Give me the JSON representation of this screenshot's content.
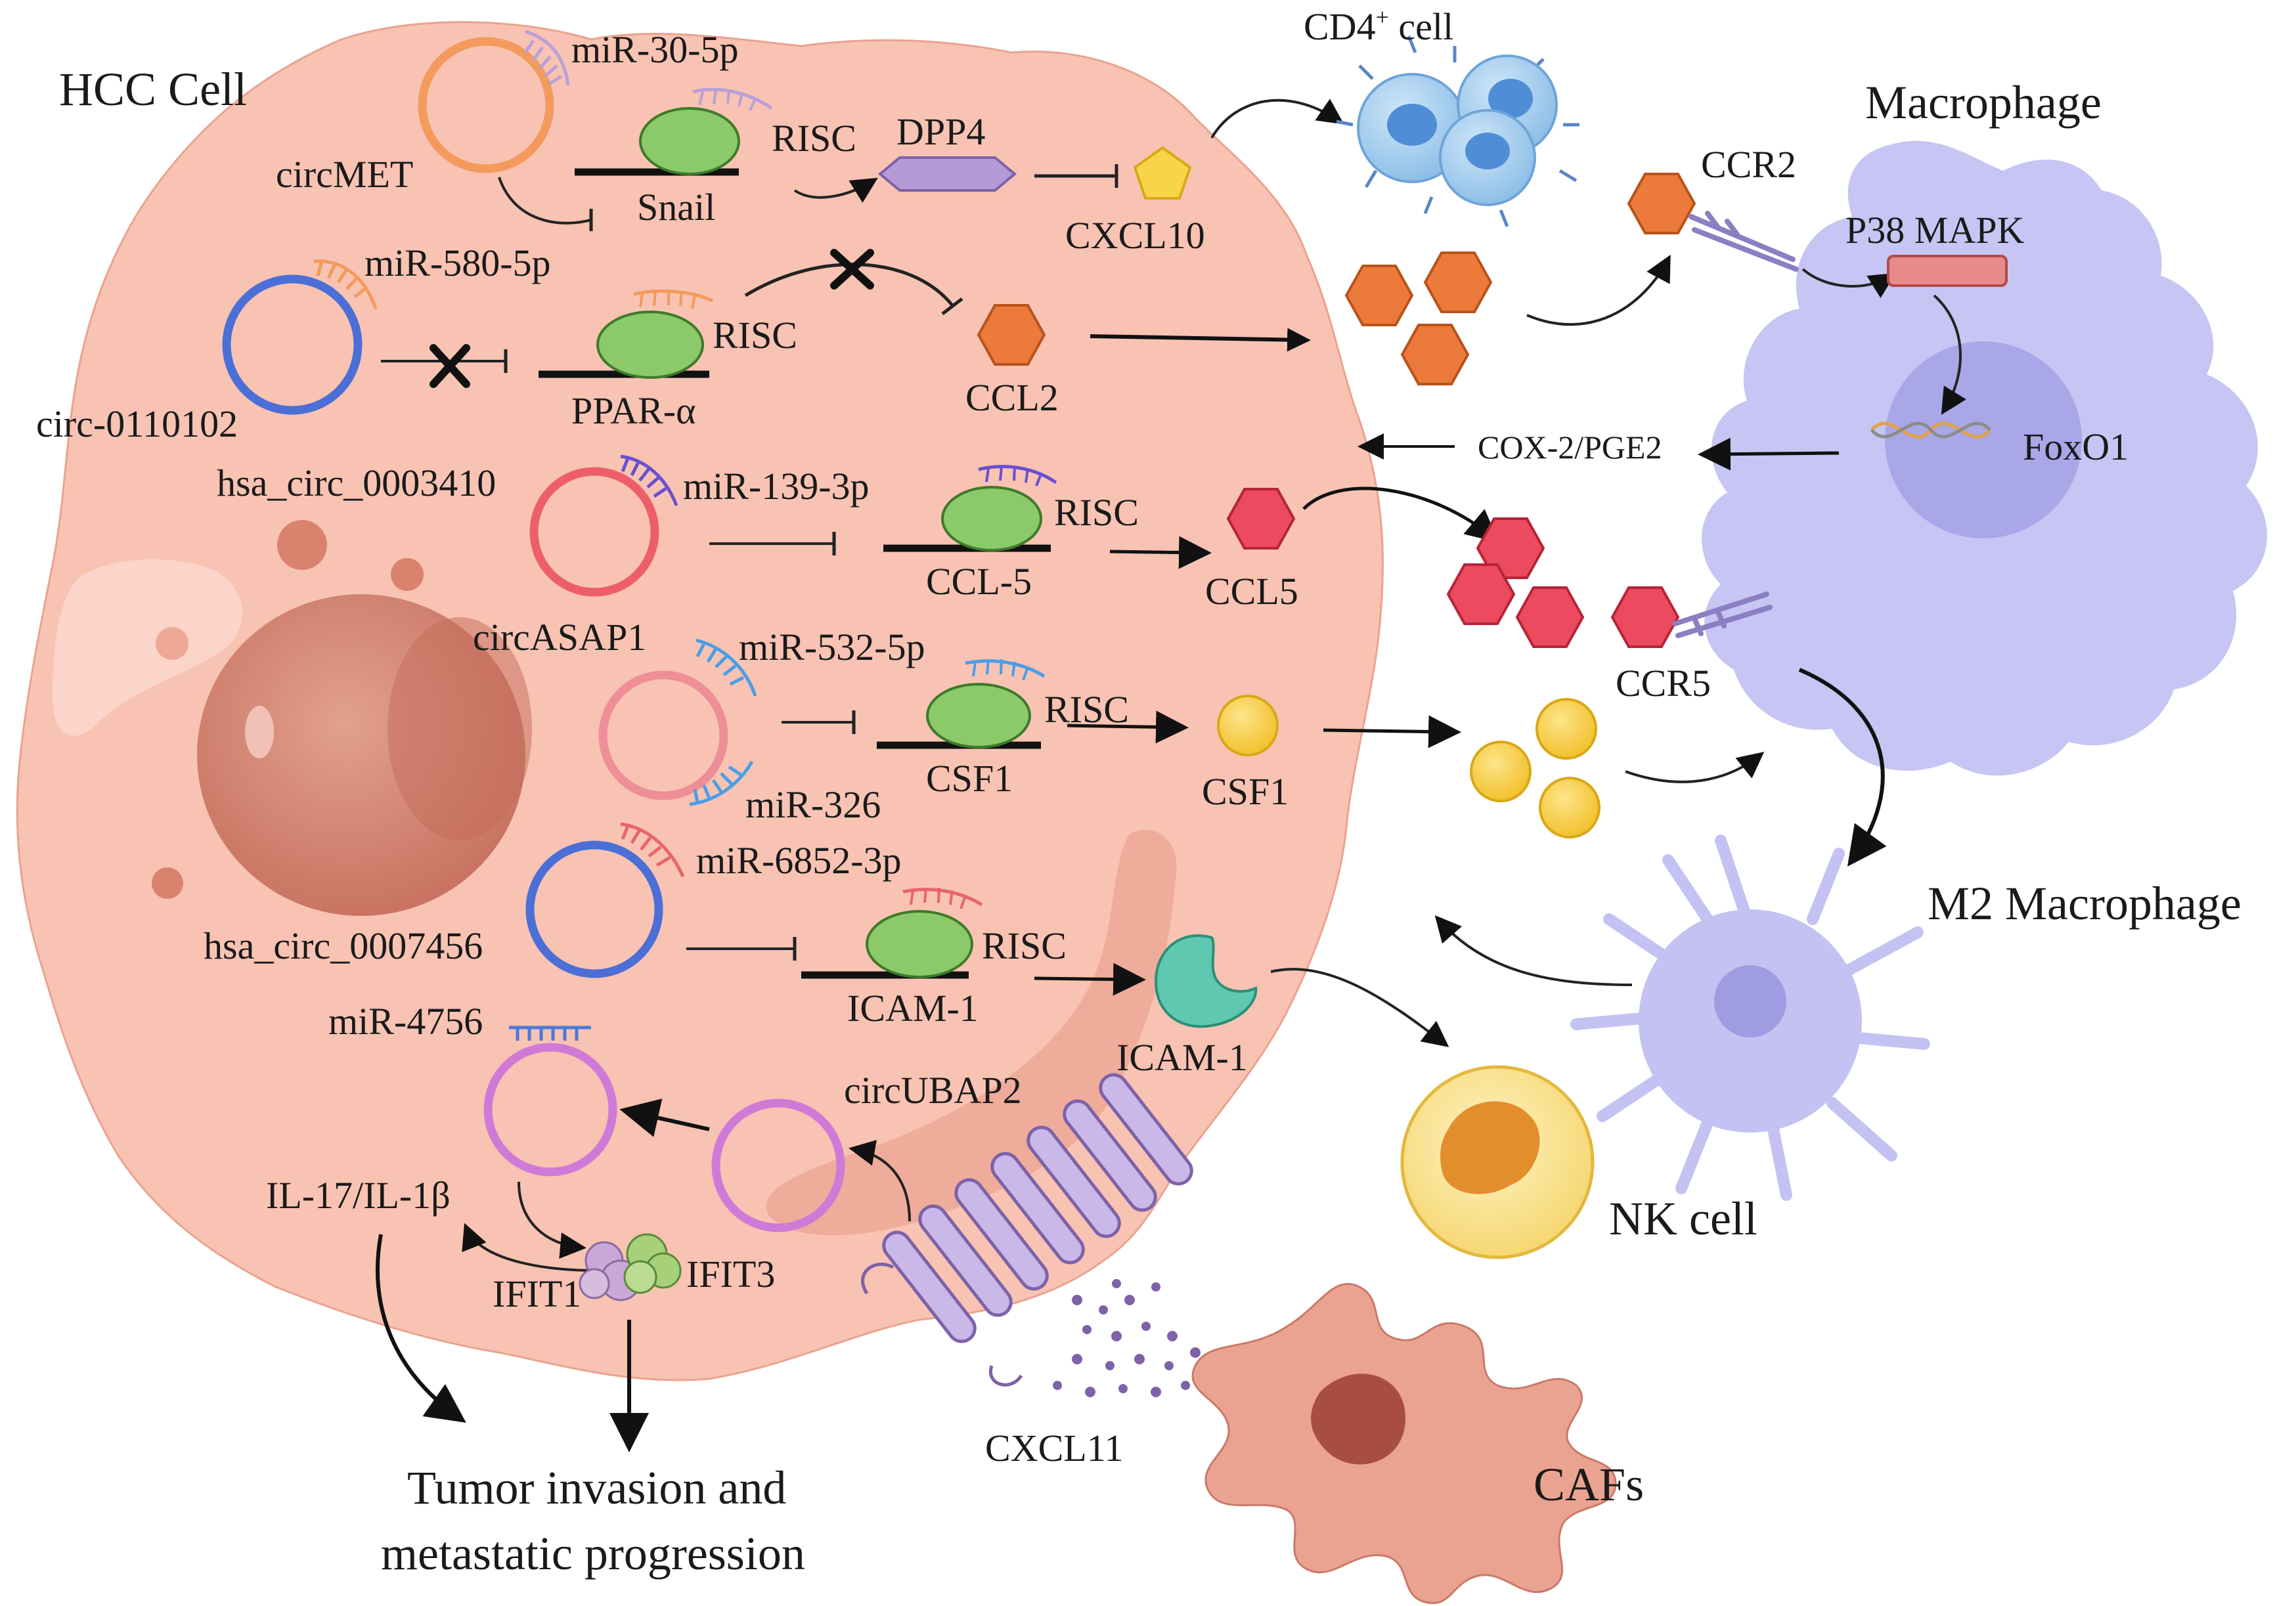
{
  "labels": {
    "hcc_cell": "HCC Cell",
    "cd4_cell": "CD4",
    "cd4_sup": "+",
    "cd4_suffix": " cell",
    "macrophage": "Macrophage",
    "m2_macrophage": "M2 Macrophage",
    "nk_cell": "NK cell",
    "cafs": "CAFs",
    "outcome_line1": "Tumor invasion and",
    "outcome_line2": "metastatic progression"
  },
  "circrnas": {
    "circmet": "circMET",
    "circ_0110102": "circ-0110102",
    "hsa_circ_0003410": "hsa_circ_0003410",
    "circasap1": "circASAP1",
    "hsa_circ_0007456": "hsa_circ_0007456",
    "circubap2": "circUBAP2"
  },
  "mirnas": {
    "mir_30_5p": "miR-30-5p",
    "mir_580_5p": "miR-580-5p",
    "mir_139_3p": "miR-139-3p",
    "mir_532_5p": "miR-532-5p",
    "mir_326": "miR-326",
    "mir_6852_3p": "miR-6852-3p",
    "mir_4756": "miR-4756"
  },
  "genes": {
    "snail": "Snail",
    "ppar_a": "PPAR-α",
    "ccl_5": "CCL-5",
    "csf1": "CSF1",
    "icam_1": "ICAM-1",
    "risc": "RISC"
  },
  "molecules": {
    "dpp4": "DPP4",
    "cxcl10": "CXCL10",
    "ccl2": "CCL2",
    "ccl5": "CCL5",
    "csf1": "CSF1",
    "icam_1": "ICAM-1",
    "ccr2": "CCR2",
    "ccr5": "CCR5",
    "p38_mapk": "P38 MAPK",
    "foxo1": "FoxO1",
    "cox2_pge2": "COX-2/PGE2",
    "il17_il1b": "IL-17/IL-1β",
    "ifit1": "IFIT1",
    "ifit3": "IFIT3",
    "cxcl11": "CXCL11"
  },
  "colors": {
    "hcc_body": "#f8c3b3",
    "nucleus": "#d98b78",
    "macrophage": "#c4c2f2",
    "risc_green": "#8cc96a",
    "ccl2_orange": "#ec7a3a",
    "ccl5_red": "#ec4a5e",
    "csf1_yellow": "#f7cc3a",
    "icam_teal": "#5fc8b0",
    "dpp4_purple": "#b59ad8",
    "circ_blue": "#4b6fd6",
    "circ_orange": "#f39a5c",
    "circ_red": "#ec5f6a",
    "circ_magenta": "#cf7ad6"
  }
}
